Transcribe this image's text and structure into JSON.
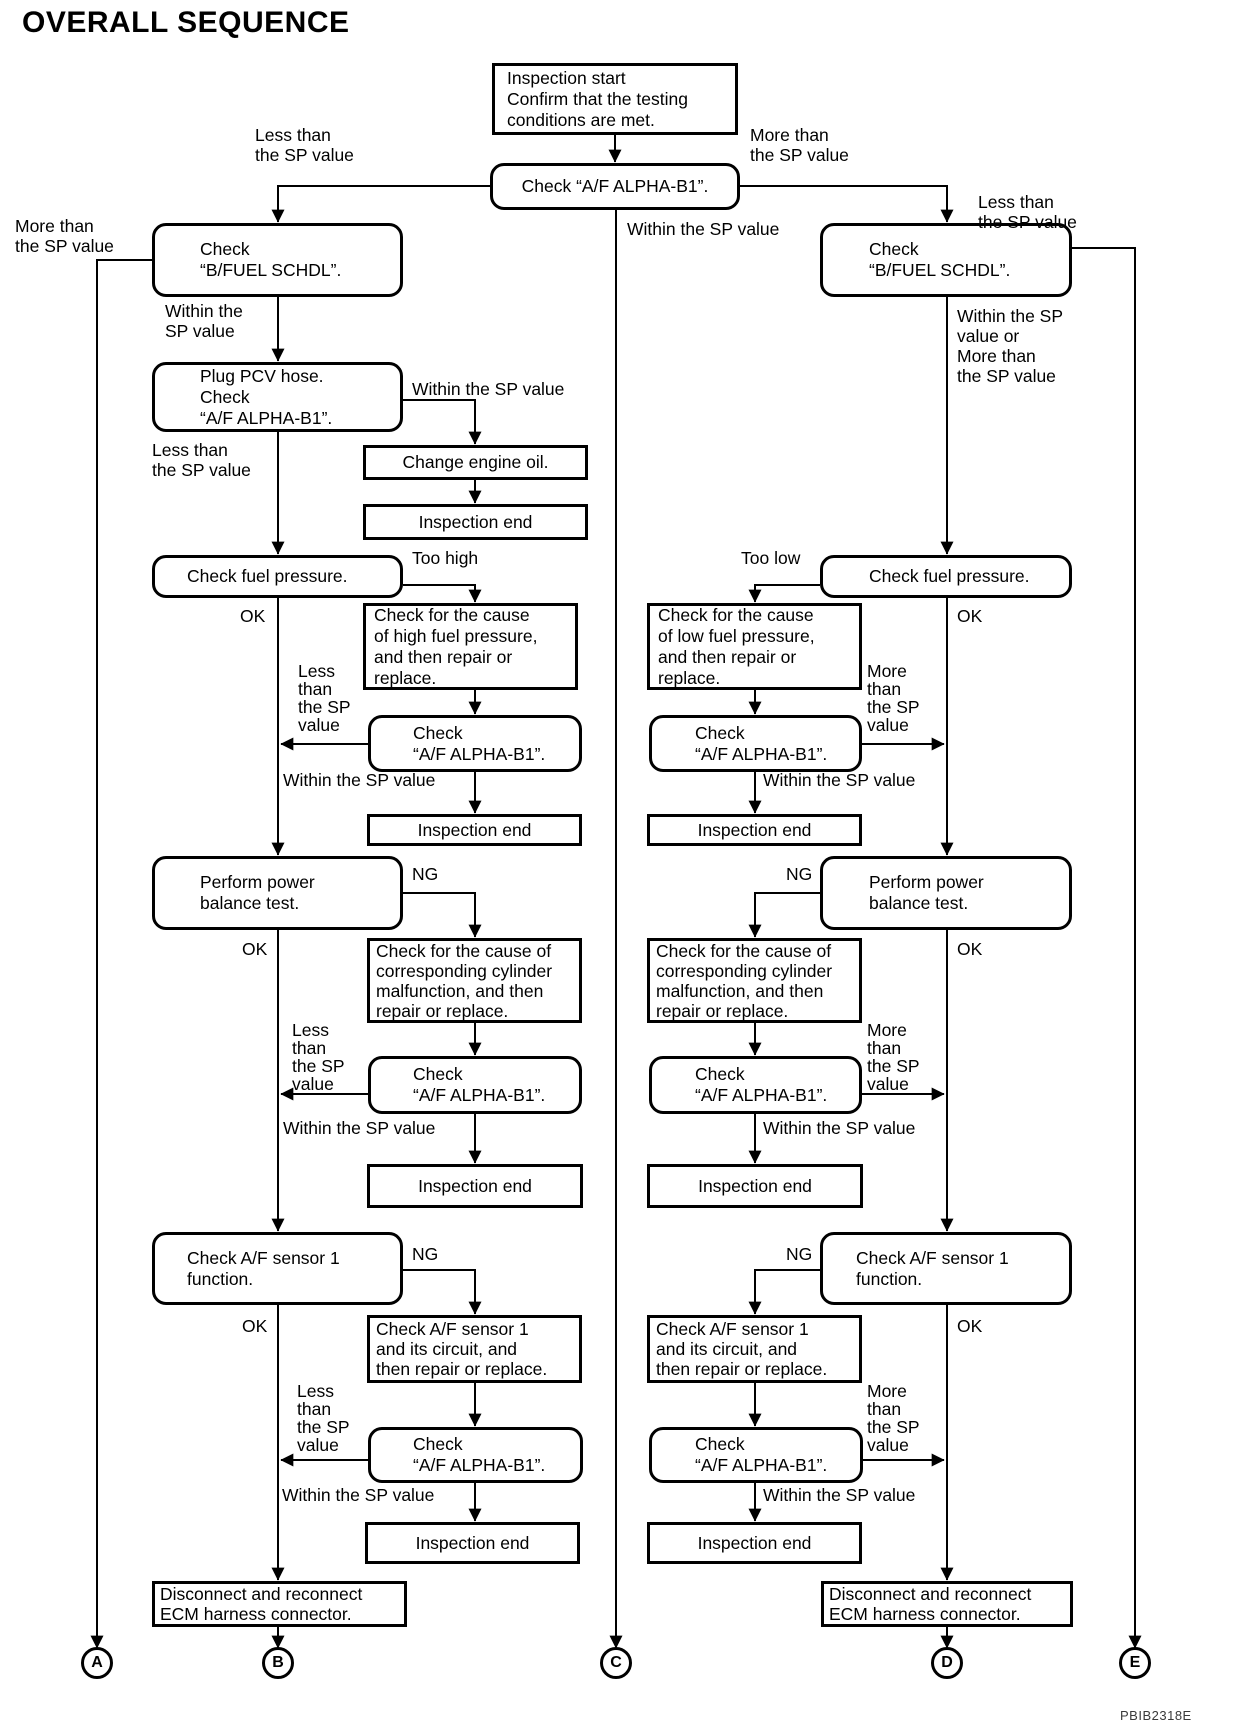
{
  "title": "OVERALL SEQUENCE",
  "figure_code": "PBIB2318E",
  "nodes": {
    "inspection_start": "Inspection start\nConfirm that the testing\nconditions are met.",
    "check_af_alpha_main": "Check “A/F ALPHA-B1”.",
    "check_bfuel_schdl": "Check\n“B/FUEL SCHDL”.",
    "plug_pcv_hose": "Plug PCV hose.\nCheck\n“A/F ALPHA-B1”.",
    "change_engine_oil": "Change engine oil.",
    "inspection_end": "Inspection end",
    "check_fuel_pressure": "Check fuel pressure.",
    "cause_high_fuel_pressure": "Check for the cause\nof high fuel pressure,\nand then repair or\nreplace.",
    "cause_low_fuel_pressure": "Check for the cause\nof low fuel pressure,\nand then repair or\nreplace.",
    "check_af_alpha": "Check\n“A/F ALPHA-B1”.",
    "perform_power_balance": "Perform power\nbalance test.",
    "cause_cylinder_malfunction": "Check for the cause of\ncorresponding cylinder\nmalfunction, and then\nrepair or replace.",
    "check_af_sensor_function": "Check A/F sensor 1\nfunction.",
    "check_af_sensor_circuit": "Check A/F sensor 1\nand its circuit, and\nthen repair or replace.",
    "disconnect_ecm": "Disconnect and reconnect\nECM harness connector."
  },
  "labels": {
    "less_than_sp_2line": "Less than\nthe SP value",
    "more_than_sp_2line": "More than\nthe SP value",
    "within_sp": "Within the SP value",
    "within_sp_2line": "Within the\nSP value",
    "within_or_more_sp": "Within the SP\nvalue or\nMore than\nthe SP value",
    "less_than_sp_stack": "Less\nthan\nthe SP\nvalue",
    "more_than_sp_stack": "More\nthan\nthe SP\nvalue",
    "too_high": "Too high",
    "too_low": "Too low",
    "ok": "OK",
    "ng": "NG"
  },
  "terminals": {
    "a": "A",
    "b": "B",
    "c": "C",
    "d": "D",
    "e": "E"
  }
}
